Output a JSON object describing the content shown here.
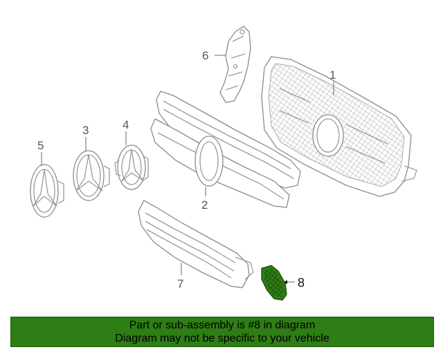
{
  "callouts": {
    "c1": "1",
    "c2": "2",
    "c3": "3",
    "c4": "4",
    "c5": "5",
    "c6": "6",
    "c7": "7",
    "c8": "8"
  },
  "banner": {
    "line1": "Part or sub-assembly is #8 in diagram",
    "line2": "Diagram may not be specific to your vehicle"
  },
  "colors": {
    "banner_bg": "#2e7d15",
    "highlight_part": "#2e7d15"
  }
}
